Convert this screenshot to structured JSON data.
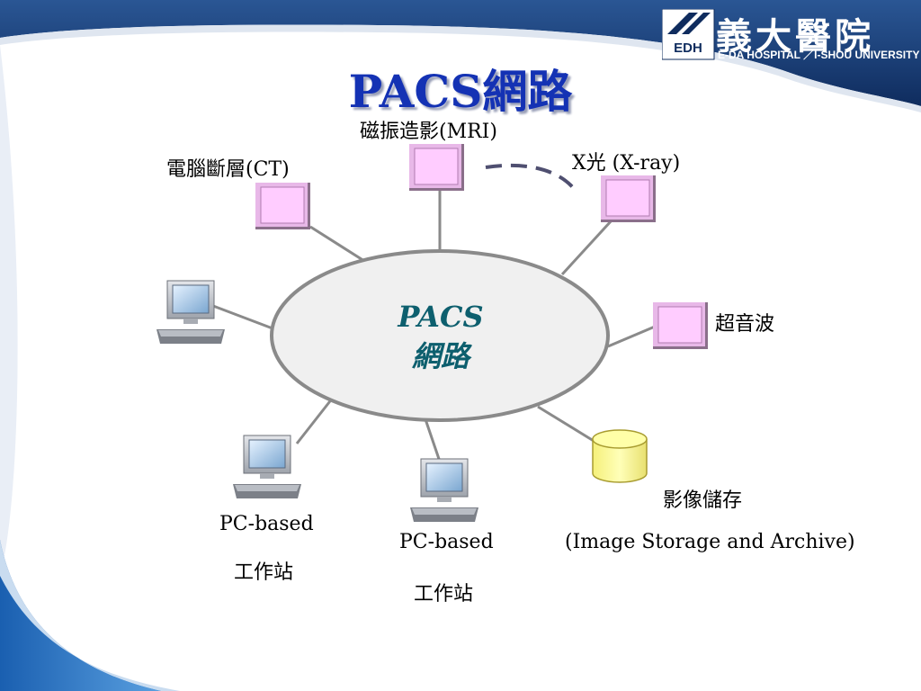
{
  "slide": {
    "title": "PACS網路",
    "logo": {
      "mark_letters": "EDH",
      "chinese_name": "義大醫院",
      "english_name": "E-DA HOSPITAL ／I-SHOU UNIVERSITY"
    },
    "center": {
      "line1": "PACS",
      "line2": "網路"
    },
    "nodes": {
      "mri": {
        "label": "磁振造影(MRI)"
      },
      "ct": {
        "label": "電腦斷層(CT)"
      },
      "xray": {
        "label": "X光 (X-ray)"
      },
      "ultrasound": {
        "label": "超音波"
      },
      "storage": {
        "label_cn": "影像儲存",
        "label_en": "(Image Storage and Archive)"
      },
      "pc_left": {
        "label_en": "PC-based",
        "label_cn": "工作站"
      },
      "pc_center": {
        "label_en": "PC-based",
        "label_cn": "工作站"
      }
    },
    "colors": {
      "title": "#1432b4",
      "center_text": "#0d5f6e",
      "modality_fill": "#ffccff",
      "storage_fill": "#ffff99",
      "background_band": "#1b3f7a"
    }
  }
}
